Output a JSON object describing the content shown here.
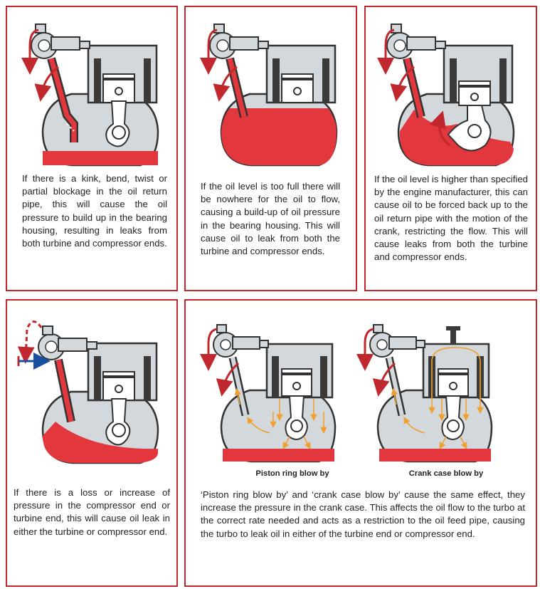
{
  "panels": [
    {
      "text": "If there is a kink, bend, twist or partial blockage in the oil return pipe, this will cause the oil pressure to build up in the bearing housing, resulting in leaks from both turbine and compressor ends."
    },
    {
      "text": "If the oil level is too full there will be nowhere for the oil to flow, causing a build-up of oil pressure in the bearing housing. This will cause oil to leak from both the turbine and compressor ends."
    },
    {
      "text": "If the oil level is higher than specified by the engine manufacturer, this can cause oil to be forced back up to the oil return pipe with the motion of the crank, restricting the flow. This will cause leaks from both the turbine and compressor ends."
    },
    {
      "text": "If there is a loss or increase of pressure in the compressor end or turbine end, this will cause oil leak in either the turbine or compressor end."
    },
    {
      "captions": [
        "Piston ring blow by",
        "Crank case blow by"
      ],
      "text": "‘Piston ring blow by’ and ‘crank case blow by’ cause the same effect, they increase the pressure in the crank case. This affects the oil flow to the turbo at the correct rate needed and acts as a restriction to the oil feed pipe, causing the turbo to leak oil in either of the turbine end or compressor end."
    }
  ],
  "colors": {
    "border": "#c0282d",
    "oil": "#e2373c",
    "metal": "#d3d8dc",
    "dark": "#3a3a3a",
    "flow": "#f0a030",
    "blue": "#1a4fa0"
  }
}
